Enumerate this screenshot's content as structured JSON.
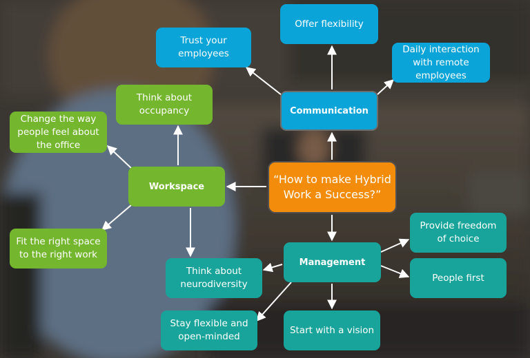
{
  "central": {
    "label": "“How to make Hybrid Work a Success?”"
  },
  "communication": {
    "label": "Communication",
    "items": [
      "Offer flexibility",
      "Trust your employees",
      "Daily interaction with remote employees"
    ]
  },
  "workspace": {
    "label": "Workspace",
    "items": [
      "Think about occupancy",
      "Change the way people feel about the office",
      "Fit the right space to the right work"
    ]
  },
  "management": {
    "label": "Management",
    "items": [
      "Provide freedom of choice",
      "People first",
      "Start with a vision",
      "Stay flexible and open-minded",
      "Think about neurodiversity"
    ]
  },
  "colors": {
    "communication": "#0aa4d8",
    "workspace": "#74b72e",
    "management": "#19a49b",
    "central": "#f28c0a",
    "arrows": "#ffffff"
  }
}
